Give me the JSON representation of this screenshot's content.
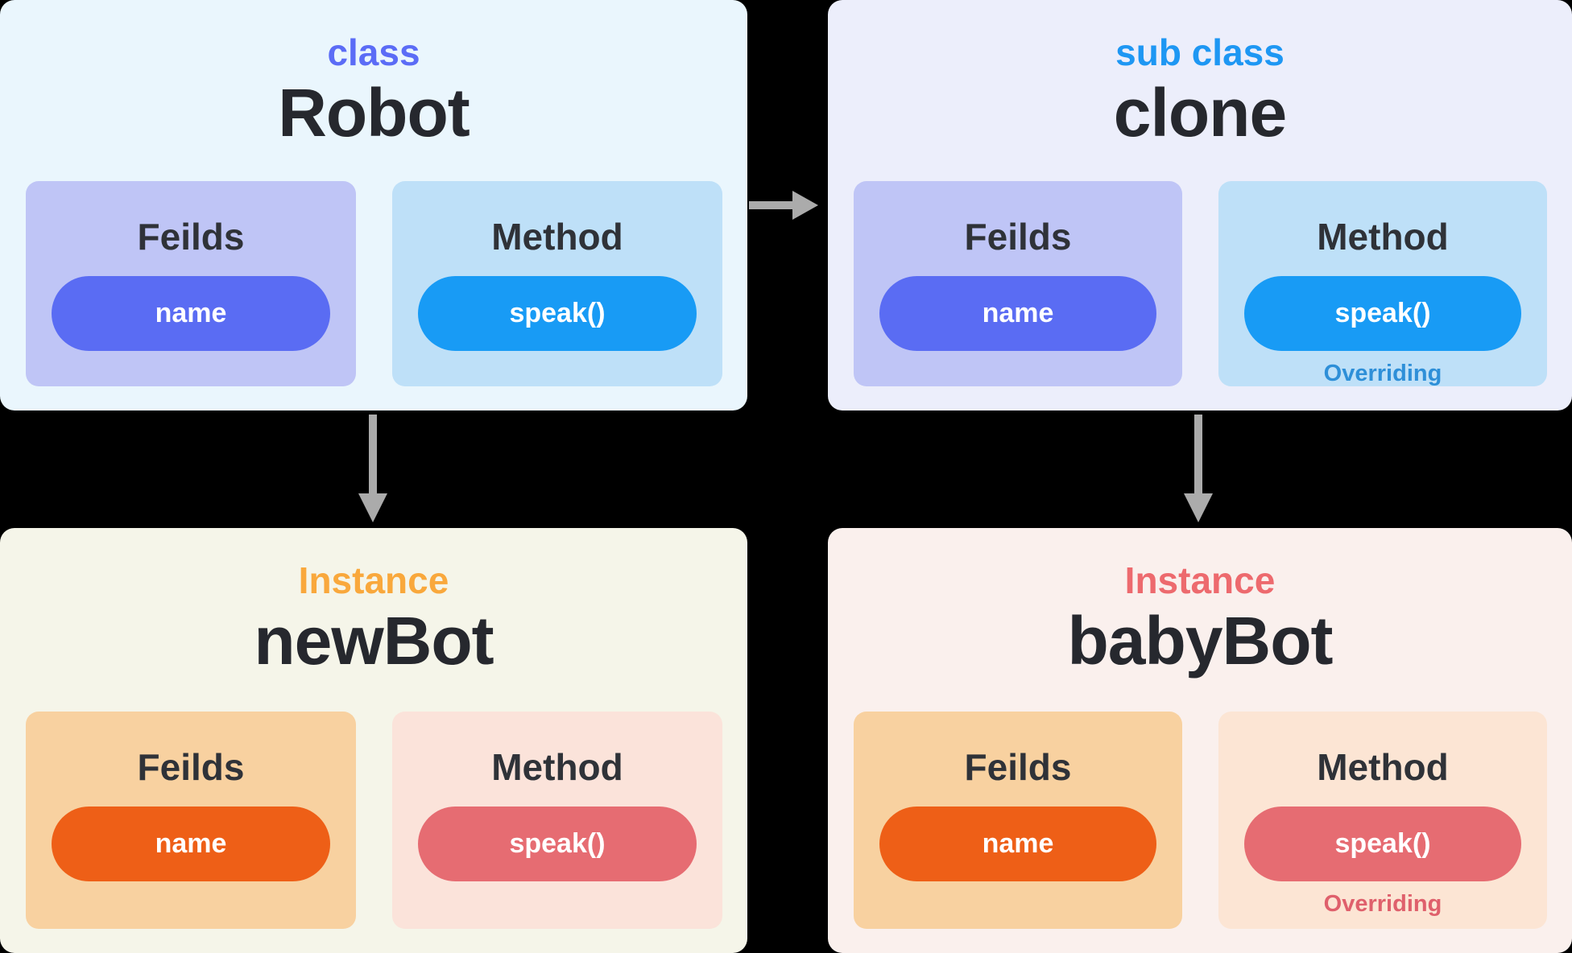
{
  "page": {
    "background": "#000000",
    "arrow_color": "#ababab"
  },
  "cards": [
    {
      "kind_label": "class",
      "kind_color": "#5b6cf6",
      "title": "Robot",
      "bg": "#eaf6fd",
      "panels": [
        {
          "heading": "Feilds",
          "bg": "#bfc5f6",
          "pill": {
            "label": "name",
            "bg": "#5a6cf3"
          }
        },
        {
          "heading": "Method",
          "bg": "#bee0f8",
          "pill": {
            "label": "speak()",
            "bg": "#189bf5"
          }
        }
      ]
    },
    {
      "kind_label": "sub class",
      "kind_color": "#1e97f3",
      "title": "clone",
      "bg": "#eceefb",
      "panels": [
        {
          "heading": "Feilds",
          "bg": "#bfc5f6",
          "pill": {
            "label": "name",
            "bg": "#5a6cf3"
          }
        },
        {
          "heading": "Method",
          "bg": "#bee0f8",
          "pill": {
            "label": "speak()",
            "bg": "#189bf5"
          },
          "note": "Overriding",
          "note_color": "#2e8fd8"
        }
      ]
    },
    {
      "kind_label": "Instance",
      "kind_color": "#f9a83c",
      "title": "newBot",
      "bg": "#f5f5e9",
      "panels": [
        {
          "heading": "Feilds",
          "bg": "#f8d1a0",
          "pill": {
            "label": "name",
            "bg": "#ee5f17"
          }
        },
        {
          "heading": "Method",
          "bg": "#fbe3da",
          "pill": {
            "label": "speak()",
            "bg": "#e66c72"
          }
        }
      ]
    },
    {
      "kind_label": "Instance",
      "kind_color": "#ed6a6e",
      "title": "babyBot",
      "bg": "#faf0ed",
      "panels": [
        {
          "heading": "Feilds",
          "bg": "#f8d1a0",
          "pill": {
            "label": "name",
            "bg": "#ee5f17"
          }
        },
        {
          "heading": "Method",
          "bg": "#fce5d4",
          "pill": {
            "label": "speak()",
            "bg": "#e66c72"
          },
          "note": "Overriding",
          "note_color": "#df606c"
        }
      ]
    }
  ]
}
